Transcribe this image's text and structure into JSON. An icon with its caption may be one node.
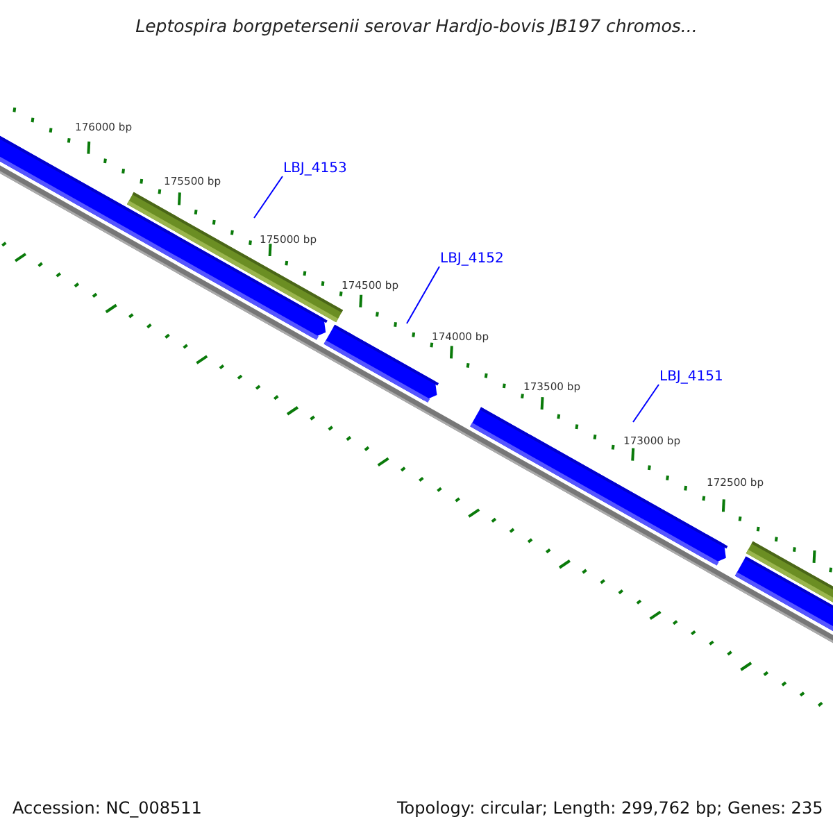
{
  "diagram": {
    "title": "Leptospira borgpetersenii serovar Hardjo-bovis JB197 chromos...",
    "nodes": [
      {
        "text": [
          "LBJ_4153"
        ]
      },
      {
        "text": [
          "LBJ_4152"
        ]
      },
      {
        "text": [
          "LBJ_4151"
        ]
      }
    ],
    "edges": [
      {
        "from": 0,
        "to": null,
        "arrow": "none"
      },
      {
        "from": 1,
        "to": null,
        "arrow": "none"
      },
      {
        "from": 2,
        "to": null,
        "arrow": "none"
      }
    ],
    "labels": [
      "176000 bp",
      "175500 bp",
      "175000 bp",
      "174500 bp",
      "174000 bp",
      "173500 bp",
      "173000 bp",
      "172500 bp",
      "Accession: NC_008511",
      "Topology: circular; Length: 299,762 bp; Genes: 235"
    ]
  }
}
